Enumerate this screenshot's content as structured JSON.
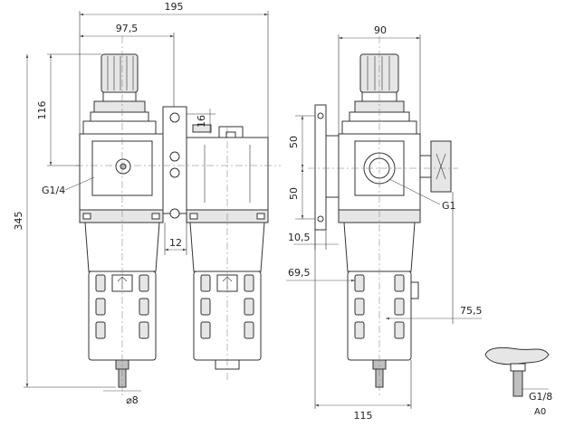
{
  "dimensions": {
    "total_width": "195",
    "half_width": "97,5",
    "side_width": "90",
    "knob_height": "116",
    "total_height": "345",
    "port_offset_16": "16",
    "bracket_50_top": "50",
    "bracket_50_bottom": "50",
    "gap_12": "12",
    "bracket_10_5": "10,5",
    "depth_69_5": "69,5",
    "depth_75_5": "75,5",
    "bowl_width_115": "115",
    "drain_diameter": "⌀8"
  },
  "thread_labels": {
    "gauge_port": "G1/4",
    "main_port": "G1",
    "drain_thread": "G1/8",
    "drain_code": "A0"
  }
}
